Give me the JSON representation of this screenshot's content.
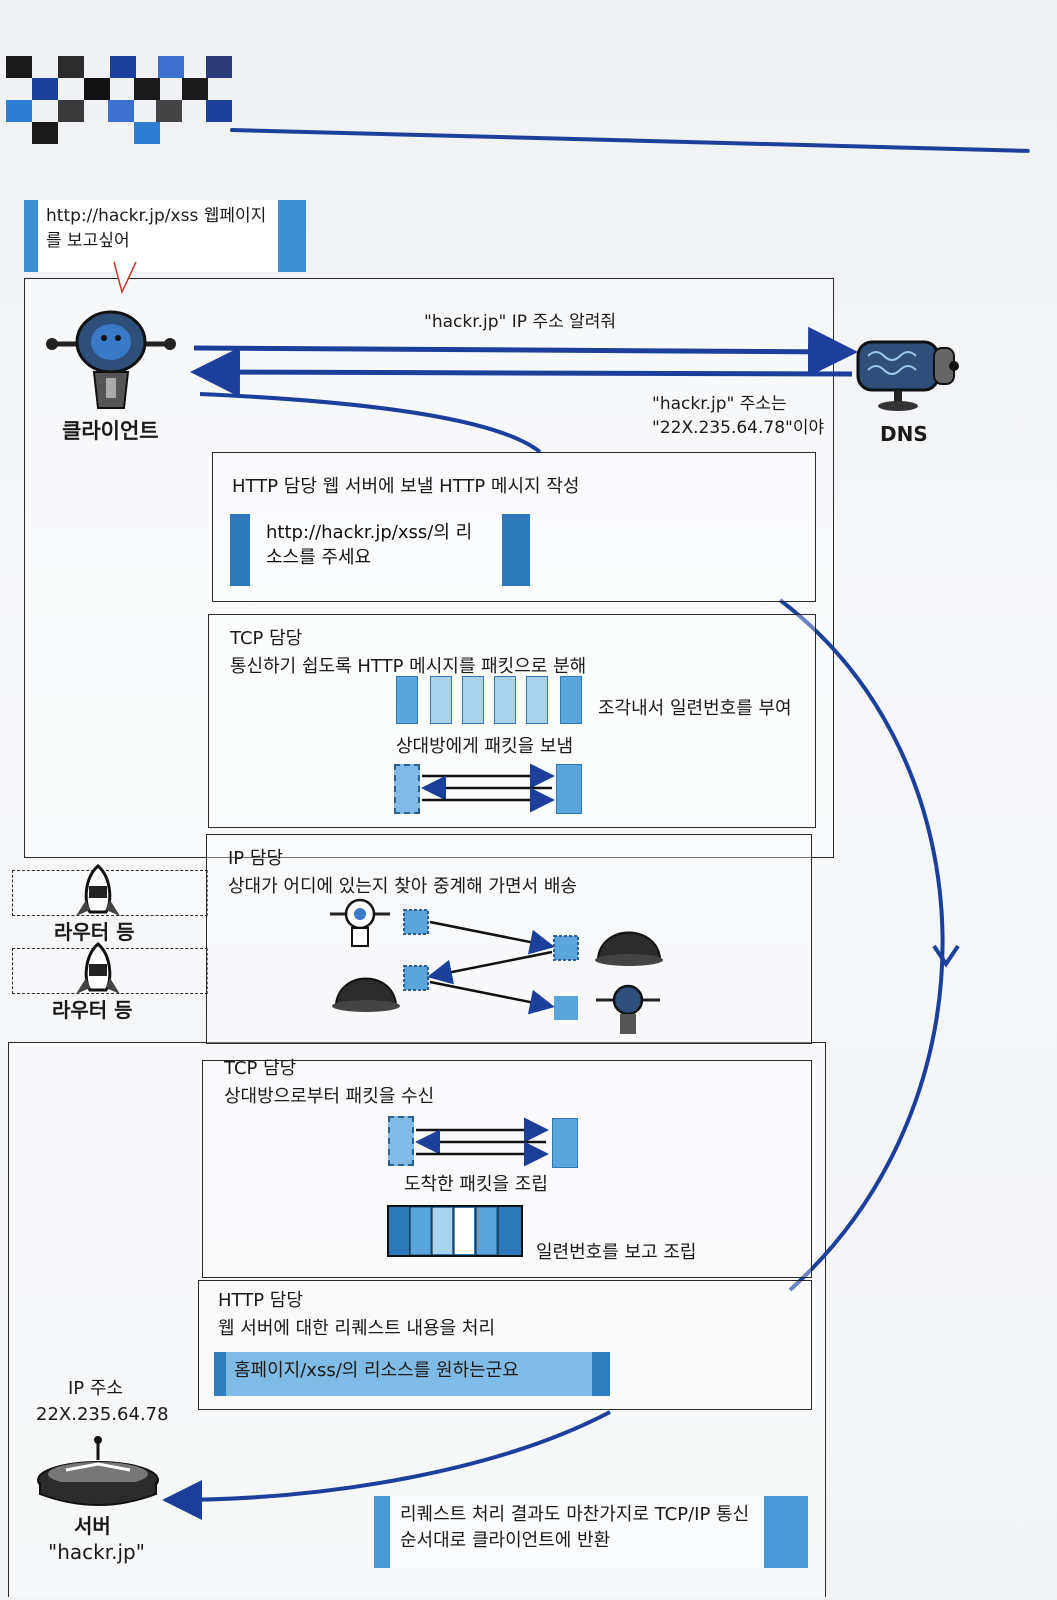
{
  "client": {
    "speech": "http://hackr.jp/xss 웹페이지를 보고싶어",
    "label": "클라이언트"
  },
  "dns": {
    "label": "DNS",
    "query": "\"hackr.jp\" IP 주소 알려줘",
    "answer_line1": "\"hackr.jp\" 주소는",
    "answer_line2": "\"22X.235.64.78\"이야"
  },
  "http_client": {
    "title": "HTTP 담당 웹 서버에 보낼 HTTP 메시지 작성",
    "message": "http://hackr.jp/xss/의 리소스를 주세요"
  },
  "tcp_client": {
    "title": "TCP 담당",
    "desc": "통신하기 쉽도록 HTTP 메시지를 패킷으로 분해",
    "split_label": "조각내서 일련번호를 부여",
    "send_label": "상대방에게 패킷을 보냄"
  },
  "ip_layer": {
    "title": "IP 담당",
    "desc": "상대가 어디에 있는지 찾아 중계해 가면서 배송",
    "router_label": "라우터 등"
  },
  "tcp_server": {
    "title": "TCP 담당",
    "desc": "상대방으로부터 패킷을 수신",
    "assemble_label": "도착한 패킷을 조립",
    "order_label": "일련번호를 보고 조립"
  },
  "http_server": {
    "title": "HTTP 담당",
    "desc": "웹 서버에 대한 리퀘스트 내용을 처리",
    "message": "홈페이지/xss/의 리소스를 원하는군요"
  },
  "server": {
    "ip_label": "IP 주소",
    "ip_value": "22X.235.64.78",
    "label": "서버",
    "host": "\"hackr.jp\""
  },
  "footer_note": {
    "line1": "리퀘스트 처리 결과도 마찬가지로 TCP/IP 통신",
    "line2": "순서대로 클라이언트에 반환"
  },
  "colors": {
    "flow_arrow": "#1b3f9a",
    "accent_blue": "#4a9ad6"
  }
}
